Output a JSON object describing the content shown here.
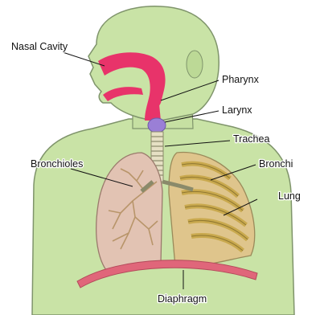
{
  "diagram": {
    "labels": {
      "nasal_cavity": "Nasal Cavity",
      "pharynx": "Pharynx",
      "larynx": "Larynx",
      "trachea": "Trachea",
      "bronchioles": "Bronchioles",
      "bronchi": "Bronchi",
      "lung": "Lung",
      "diaphragm": "Diaphragm"
    },
    "colors": {
      "skin": "#c9e3a6",
      "skin_outline": "#7f946b",
      "airway": "#e8336a",
      "larynx": "#9a7fd6",
      "lung_left": "#e2c3b3",
      "lung_right": "#dfc58c",
      "bronchi_rings": "#c9a94e",
      "diaphragm": "#e0667a",
      "background": "#ffffff"
    }
  }
}
